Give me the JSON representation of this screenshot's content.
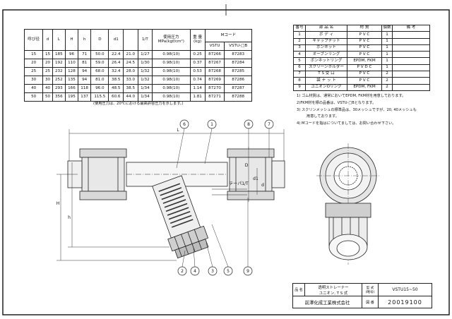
{
  "dimension_table": {
    "headers": {
      "size": "呼び径",
      "d": "d",
      "L": "L",
      "H": "H",
      "h": "h",
      "D": "D",
      "d1": "d1",
      "taper": "1/T",
      "pressure": "使用圧力\nMPa(kgf/cm²)",
      "weight": "重 量\n(kg)",
      "mcode": "Mコード",
      "vstu": "VSTU",
      "vstu_b": "VSTU-□B"
    },
    "rows": [
      [
        "15",
        "15",
        "185",
        "96",
        "71",
        "50.0",
        "22.4",
        "21.0",
        "1/27",
        "0.98(10)",
        "0.25",
        "87266",
        "87283"
      ],
      [
        "20",
        "20",
        "192",
        "110",
        "81",
        "59.0",
        "26.4",
        "24.5",
        "1/30",
        "0.98(10)",
        "0.37",
        "87267",
        "87284"
      ],
      [
        "25",
        "25",
        "232",
        "128",
        "94",
        "68.0",
        "32.4",
        "28.0",
        "1/32",
        "0.98(10)",
        "0.53",
        "87268",
        "87285"
      ],
      [
        "30",
        "30",
        "252",
        "135",
        "94",
        "81.0",
        "38.5",
        "33.0",
        "1/32",
        "0.98(10)",
        "0.74",
        "87269",
        "87286"
      ],
      [
        "40",
        "40",
        "293",
        "166",
        "118",
        "96.0",
        "48.5",
        "38.5",
        "1/34",
        "0.98(10)",
        "1.14",
        "87270",
        "87287"
      ],
      [
        "50",
        "50",
        "356",
        "195",
        "137",
        "115.5",
        "60.6",
        "44.0",
        "1/34",
        "0.98(10)",
        "1.81",
        "87271",
        "87288"
      ]
    ],
    "footnote": "(使用圧力は、20℃における最高許容圧力を示します。)"
  },
  "parts_table": {
    "headers": [
      "番号",
      "部 品 名",
      "材 質",
      "個数",
      "備 考"
    ],
    "rows": [
      [
        "1",
        "ボ デ ィ",
        "P V C",
        "1",
        ""
      ],
      [
        "2",
        "キャップナット",
        "P V C",
        "1",
        ""
      ],
      [
        "3",
        "ポンネット",
        "P V C",
        "1",
        ""
      ],
      [
        "4",
        "オーブンリング",
        "P V C",
        "1",
        ""
      ],
      [
        "5",
        "ボンネットリング",
        "EPDM, FKM",
        "1",
        ""
      ],
      [
        "6",
        "スクリーンホルダー",
        "P V D C",
        "1",
        ""
      ],
      [
        "7",
        "T S 受 口",
        "P V C",
        "2",
        ""
      ],
      [
        "8",
        "袋 ナ ッ ト",
        "P V C",
        "2",
        ""
      ],
      [
        "9",
        "ユニオンOリング",
        "EPDM, FKM",
        "2",
        ""
      ]
    ]
  },
  "notes": [
    "1) ゴム材質は、通常においてEPDM, FKM材を用意しております。",
    "2)FKM材を標の品番は、VSTU-□Bとなります。",
    "3) スクリンメッシュの標準品は、30メッシュですが、20, 40メッシュも",
    "用意しております。",
    "4) Mコードを指はについてましては、お問い合わせ下さい。"
  ],
  "drawing_labels": {
    "L": "L",
    "H": "H",
    "h": "h",
    "D": "D",
    "d1": "d1",
    "d": "d",
    "taper": "テーパ1/T",
    "balloons": [
      "1",
      "2",
      "3",
      "4",
      "5",
      "6",
      "7",
      "8",
      "9"
    ]
  },
  "title_block": {
    "name_label": "品 名",
    "name_line1": "透明ストレーナー",
    "name_line2": "ユニオン, T S 式",
    "drawing_no_label": "型 式",
    "drawing_no_label2": "(略号)",
    "model": "VSTU15~50",
    "company": "前澤化成工業株式会社",
    "number_label": "図 番",
    "number": "20019100"
  }
}
